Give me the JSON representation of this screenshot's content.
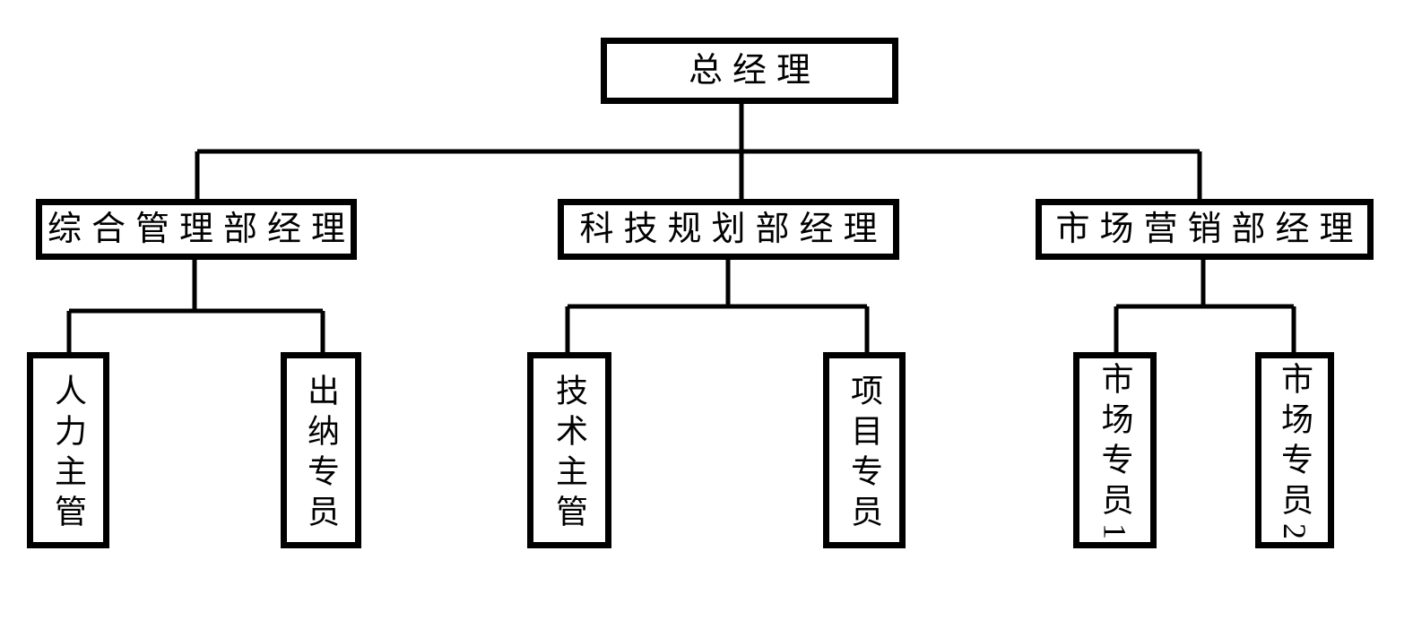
{
  "org_chart": {
    "type": "org-tree",
    "root": {
      "id": "general-manager",
      "label": "总经理"
    },
    "departments": [
      {
        "id": "general-admin-dept-manager",
        "label": "综合管理部经理",
        "children": [
          {
            "id": "hr-supervisor",
            "label": "人力主管"
          },
          {
            "id": "cashier-specialist",
            "label": "出纳专员"
          }
        ]
      },
      {
        "id": "tech-planning-dept-manager",
        "label": "科技规划部经理",
        "children": [
          {
            "id": "technical-supervisor",
            "label": "技术主管"
          },
          {
            "id": "project-specialist",
            "label": "项目专员"
          }
        ]
      },
      {
        "id": "marketing-dept-manager",
        "label": "市场营销部经理",
        "children": [
          {
            "id": "market-specialist-1",
            "label": "市场专员1"
          },
          {
            "id": "market-specialist-2",
            "label": "市场专员2"
          }
        ]
      }
    ],
    "colors": {
      "line": "#000000",
      "box_border": "#000000",
      "box_fill": "#ffffff",
      "text": "#000000",
      "background": "#ffffff"
    }
  }
}
